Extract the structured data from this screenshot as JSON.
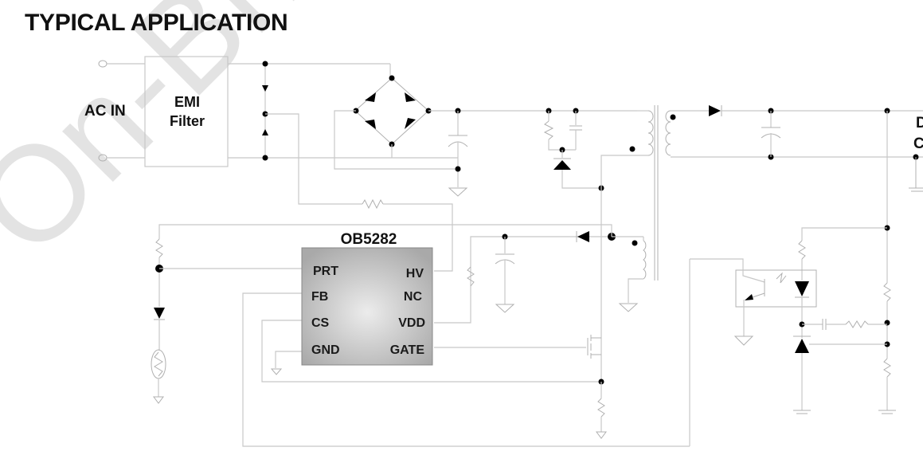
{
  "title": "TYPICAL APPLICATION",
  "watermark": "On-Brig",
  "input_label": "AC IN",
  "emi_filter": {
    "line1": "EMI",
    "line2": "Filter"
  },
  "ic": {
    "part_number": "OB5282",
    "left_pins": [
      "PRT",
      "FB",
      "CS",
      "GND"
    ],
    "right_pins": [
      "HV",
      "NC",
      "VDD",
      "GATE"
    ]
  },
  "output_label_partial": {
    "line1": "D",
    "line2": "C"
  },
  "colors": {
    "wire": "#c8c8c8",
    "ic_fill": "#b8b8b8",
    "ink": "#111111"
  }
}
